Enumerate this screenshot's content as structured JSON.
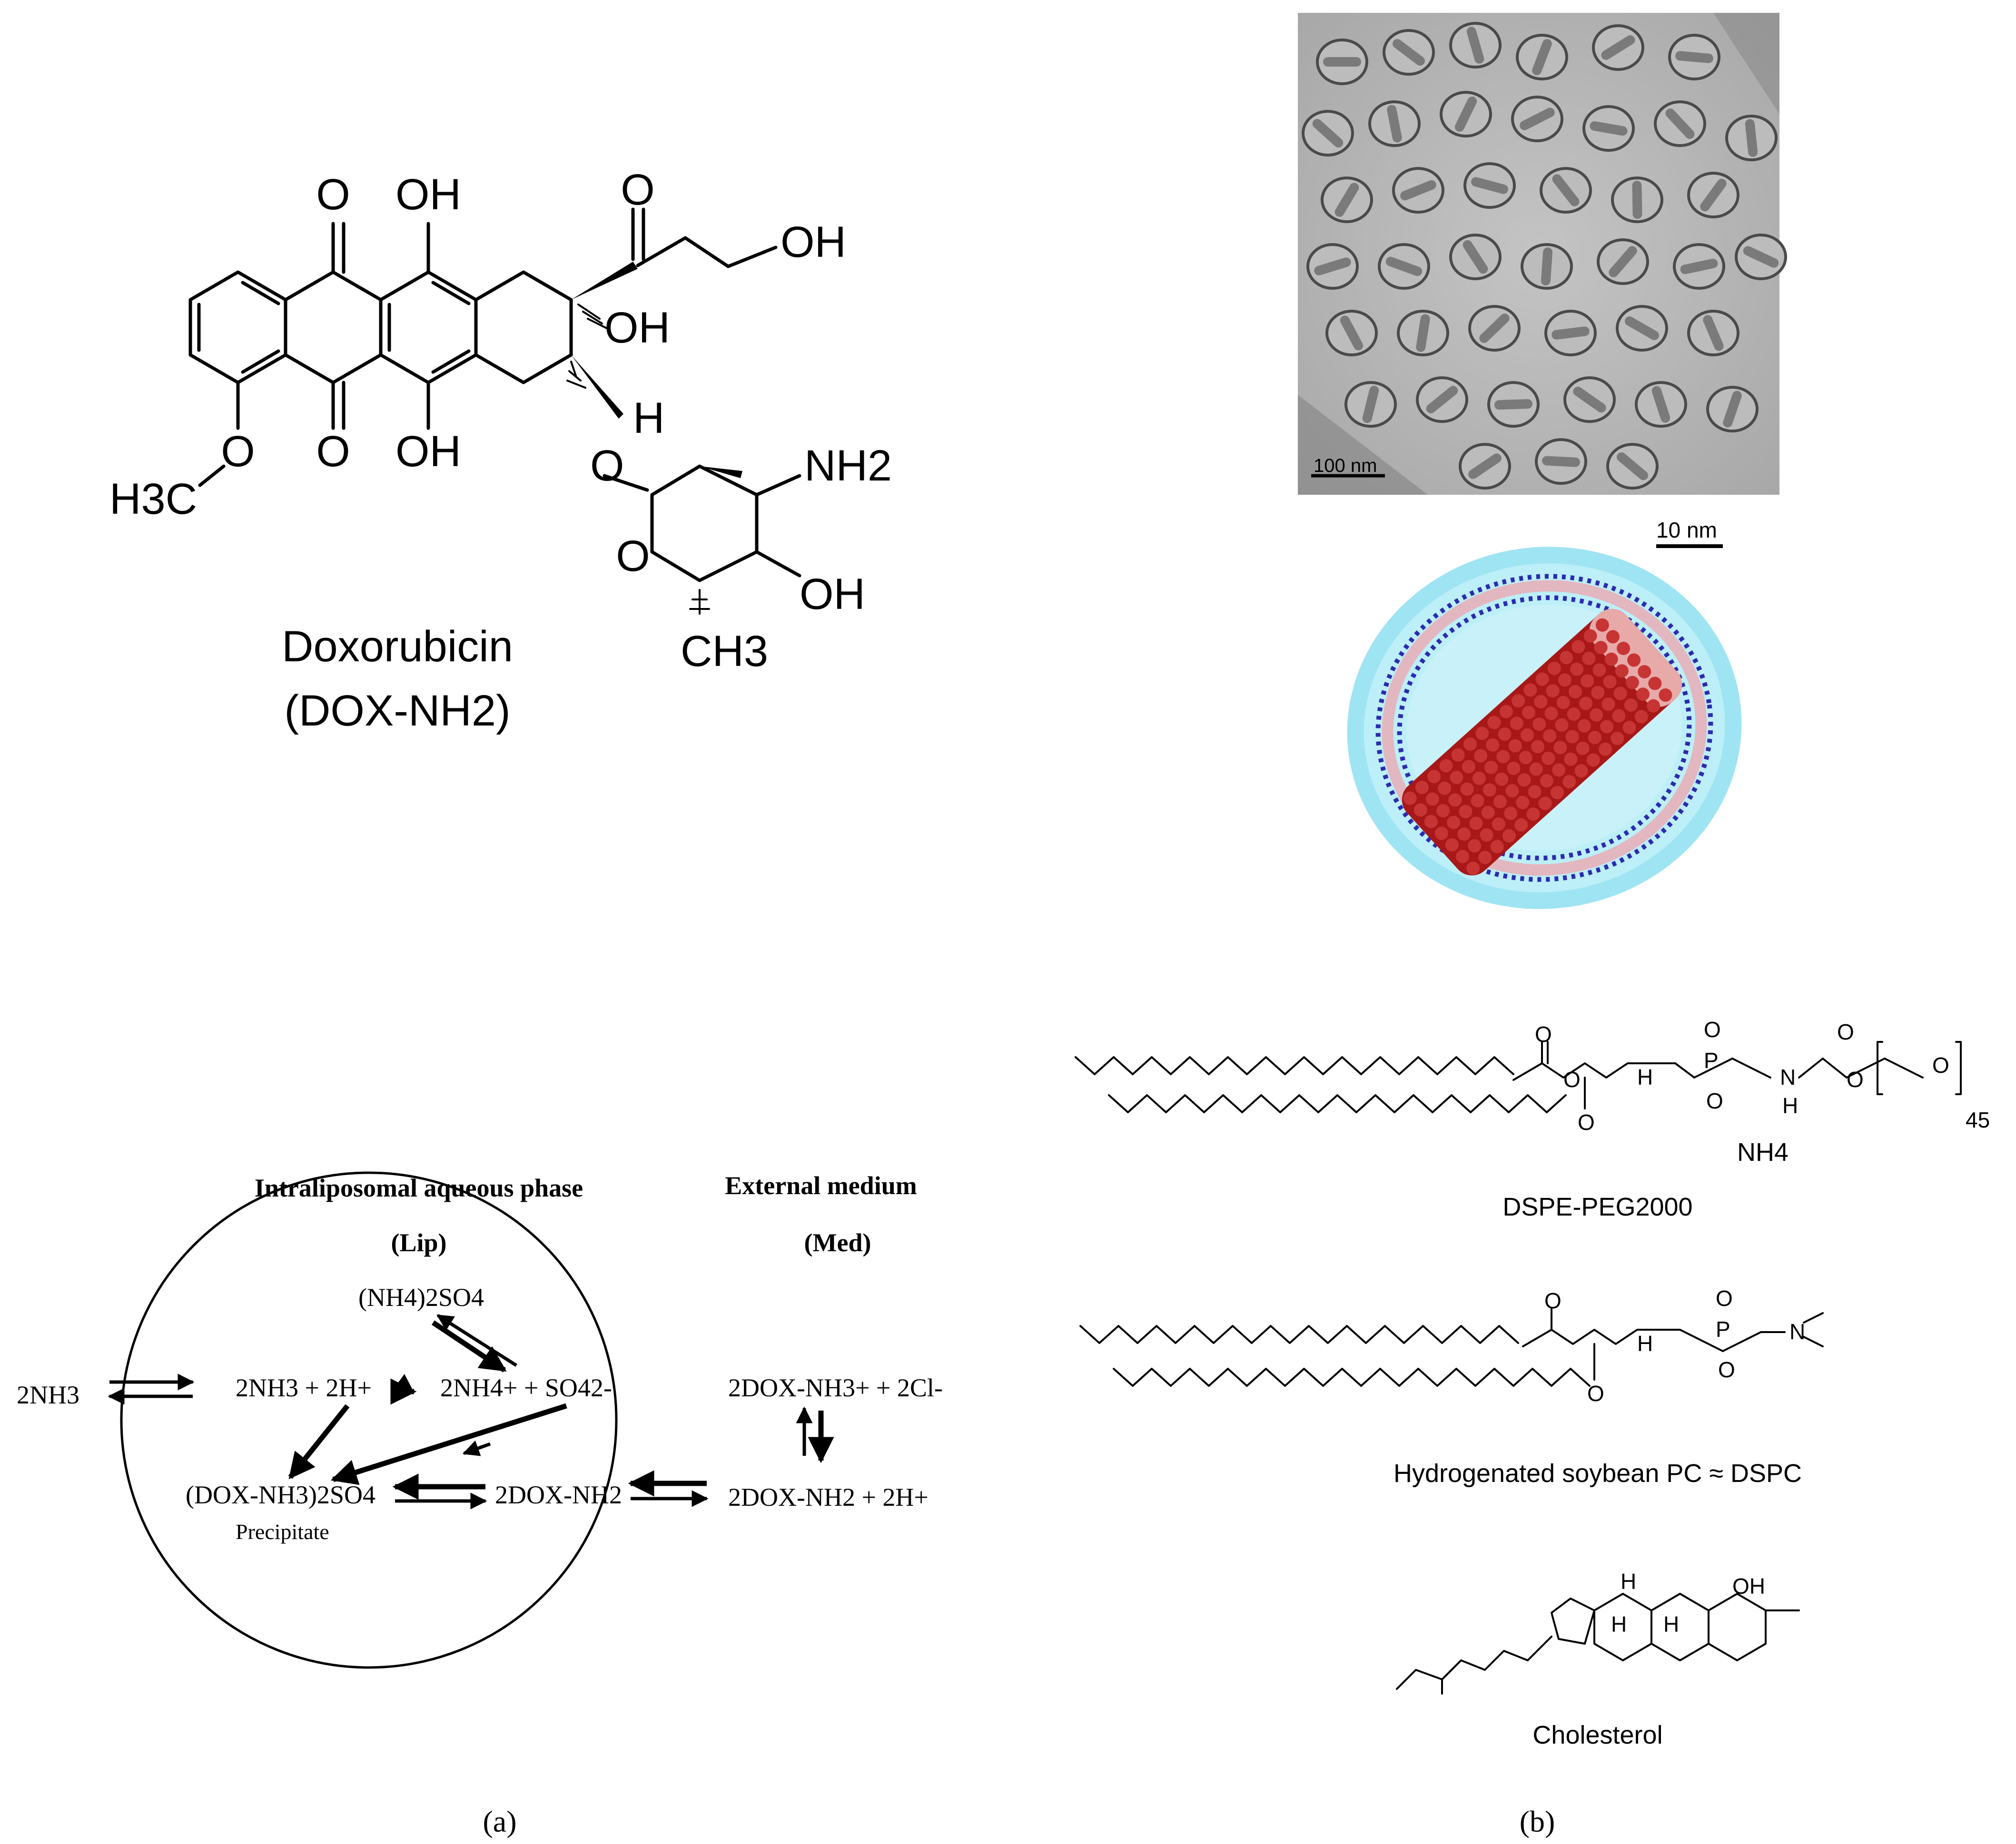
{
  "panel_a": {
    "label": "(a)",
    "doxorubicin": {
      "name": "Doxorubicin",
      "alias": "(DOX-NH2)",
      "atoms": {
        "o_top_left": "O",
        "oh_top": "OH",
        "o_ketone": "O",
        "oh_side": "OH",
        "oh_ring": "OH",
        "h": "H",
        "o_bottom": "O",
        "oh_bottom": "OH",
        "methoxy_o": "O",
        "h3c": "H3C",
        "o_link": "O",
        "nh2": "NH2",
        "o_pyran": "O",
        "oh_sugar": "OH",
        "ch3": "CH3"
      }
    },
    "scheme": {
      "intra_title": "Intraliposomal aqueous phase",
      "intra_abbr": "(Lip)",
      "ext_title": "External medium",
      "ext_abbr": "(Med)",
      "nh4_2so4": "(NH4)2SO4",
      "nh3_outside": "2NH3",
      "nh3_2h": "2NH3 + 2H+",
      "nh4_so4": "2NH4+ + SO42-",
      "dox_salt": "(DOX-NH3)2SO4",
      "precipitate": "Precipitate",
      "dox_inside": "2DOX-NH2",
      "dox_ext_ion": "2DOX-NH3+ + 2Cl-",
      "dox_ext_neutral": "2DOX-NH2 + 2H+"
    }
  },
  "panel_b": {
    "label": "(b)",
    "scalebar_tem": "100 nm",
    "scalebar_model": "10 nm",
    "dspe_peg": "DSPE-PEG2000",
    "hspc": "Hydrogenated soybean PC ≈ DSPC",
    "cholesterol": "Cholesterol",
    "peg_subscript": "45",
    "ammonium": "NH4",
    "atoms_peg": {
      "o1": "O",
      "o2": "O",
      "o3": "O",
      "p": "P",
      "o4": "O",
      "o5": "O",
      "h": "H",
      "n": "N",
      "nh": "H",
      "o6": "O",
      "o7": "O",
      "o8": "O"
    },
    "atoms_pc": {
      "o1": "O",
      "o2": "O",
      "p": "P",
      "o3": "O",
      "o4": "O",
      "n": "N",
      "h": "H"
    },
    "atoms_chol": {
      "oh": "OH",
      "h1": "H",
      "h2": "H",
      "h3": "H"
    }
  }
}
